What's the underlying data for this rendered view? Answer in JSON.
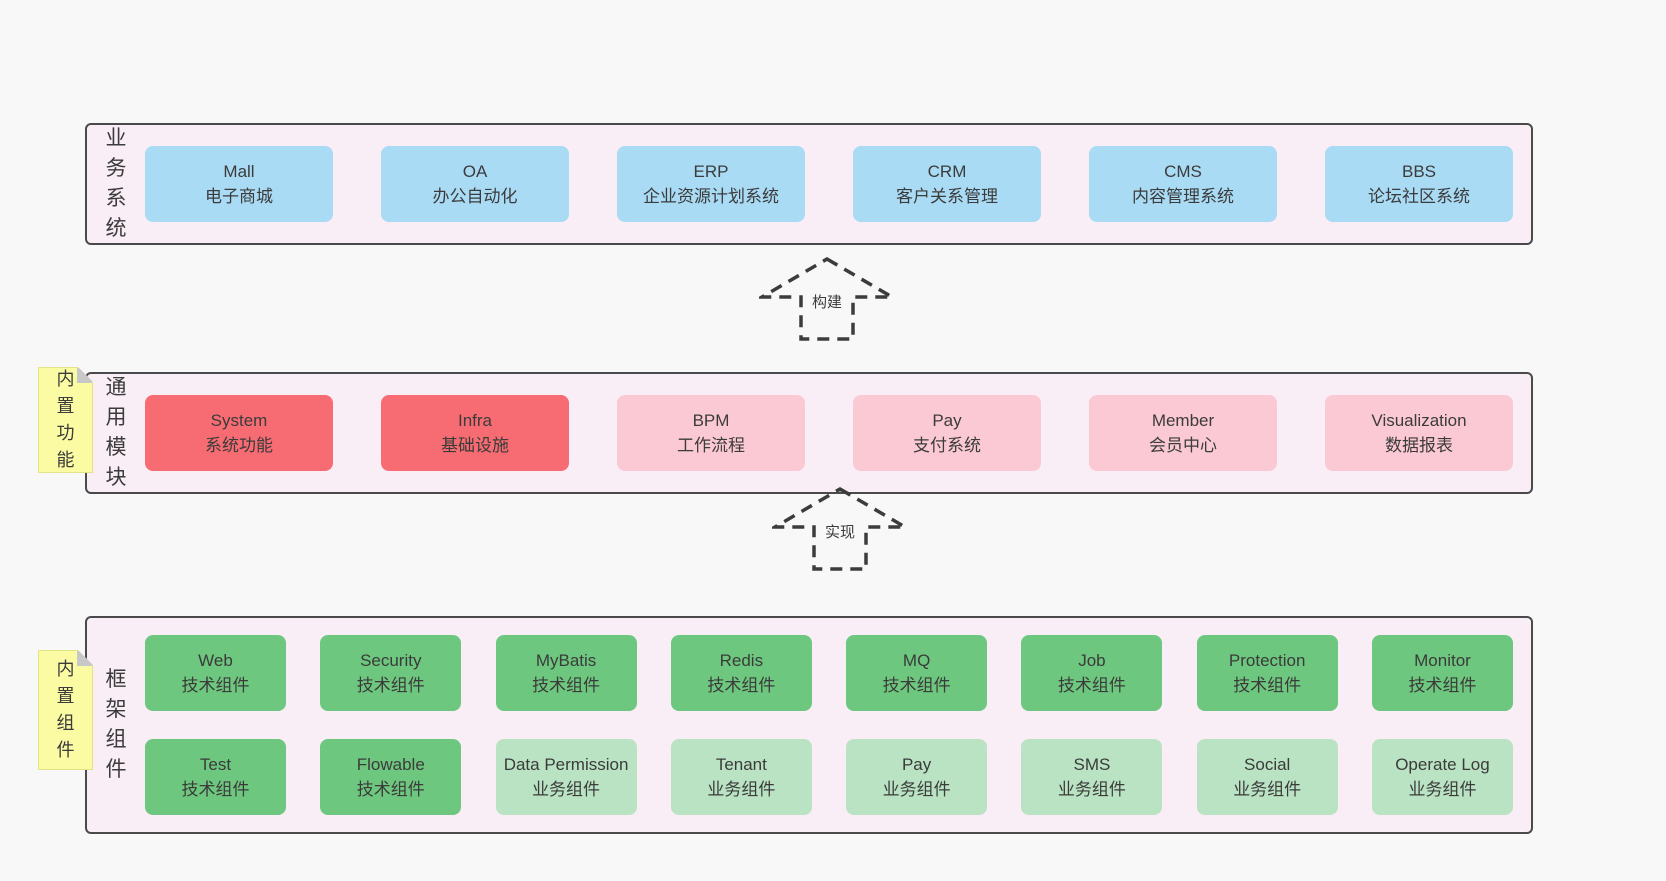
{
  "colors": {
    "page_bg": "#f8f8f8",
    "layer_fill": "#f9edf6",
    "layer_border": "#4a4a4a",
    "blue_box": "#a9dbf5",
    "red_box": "#f76c72",
    "pink_box": "#fbc9d3",
    "green_box": "#6dc77e",
    "light_green_box": "#b9e3c2",
    "sticky_yellow": "#fbfba4",
    "fold_gray": "#c8c8c8",
    "text": "#3b3b3b"
  },
  "arrows": [
    {
      "label": "构建"
    },
    {
      "label": "实现"
    }
  ],
  "layers": [
    {
      "id": "business-systems",
      "label": "业\n务\n系\n统",
      "boxes": [
        {
          "name": "Mall",
          "subtitle": "电子商城",
          "type": "blue"
        },
        {
          "name": "OA",
          "subtitle": "办公自动化",
          "type": "blue"
        },
        {
          "name": "ERP",
          "subtitle": "企业资源计划系统",
          "type": "blue"
        },
        {
          "name": "CRM",
          "subtitle": "客户关系管理",
          "type": "blue"
        },
        {
          "name": "CMS",
          "subtitle": "内容管理系统",
          "type": "blue"
        },
        {
          "name": "BBS",
          "subtitle": "论坛社区系统",
          "type": "blue"
        }
      ]
    },
    {
      "id": "common-modules",
      "label": "通\n用\n模\n块",
      "sticky": "内\n置\n功\n能",
      "boxes": [
        {
          "name": "System",
          "subtitle": "系统功能",
          "type": "red"
        },
        {
          "name": "Infra",
          "subtitle": "基础设施",
          "type": "red"
        },
        {
          "name": "BPM",
          "subtitle": "工作流程",
          "type": "pink"
        },
        {
          "name": "Pay",
          "subtitle": "支付系统",
          "type": "pink"
        },
        {
          "name": "Member",
          "subtitle": "会员中心",
          "type": "pink"
        },
        {
          "name": "Visualization",
          "subtitle": "数据报表",
          "type": "pink"
        }
      ]
    },
    {
      "id": "framework-components",
      "label": "框\n架\n组\n件",
      "sticky": "内\n置\n组\n件",
      "rows": [
        {
          "boxes": [
            {
              "name": "Web",
              "subtitle": "技术组件",
              "type": "green"
            },
            {
              "name": "Security",
              "subtitle": "技术组件",
              "type": "green"
            },
            {
              "name": "MyBatis",
              "subtitle": "技术组件",
              "type": "green"
            },
            {
              "name": "Redis",
              "subtitle": "技术组件",
              "type": "green"
            },
            {
              "name": "MQ",
              "subtitle": "技术组件",
              "type": "green"
            },
            {
              "name": "Job",
              "subtitle": "技术组件",
              "type": "green"
            },
            {
              "name": "Protection",
              "subtitle": "技术组件",
              "type": "green"
            },
            {
              "name": "Monitor",
              "subtitle": "技术组件",
              "type": "green"
            }
          ]
        },
        {
          "boxes": [
            {
              "name": "Test",
              "subtitle": "技术组件",
              "type": "green"
            },
            {
              "name": "Flowable",
              "subtitle": "技术组件",
              "type": "green"
            },
            {
              "name": "Data Permission",
              "subtitle": "业务组件",
              "type": "lightgreen"
            },
            {
              "name": "Tenant",
              "subtitle": "业务组件",
              "type": "lightgreen"
            },
            {
              "name": "Pay",
              "subtitle": "业务组件",
              "type": "lightgreen"
            },
            {
              "name": "SMS",
              "subtitle": "业务组件",
              "type": "lightgreen"
            },
            {
              "name": "Social",
              "subtitle": "业务组件",
              "type": "lightgreen"
            },
            {
              "name": "Operate Log",
              "subtitle": "业务组件",
              "type": "lightgreen"
            }
          ]
        }
      ]
    }
  ]
}
